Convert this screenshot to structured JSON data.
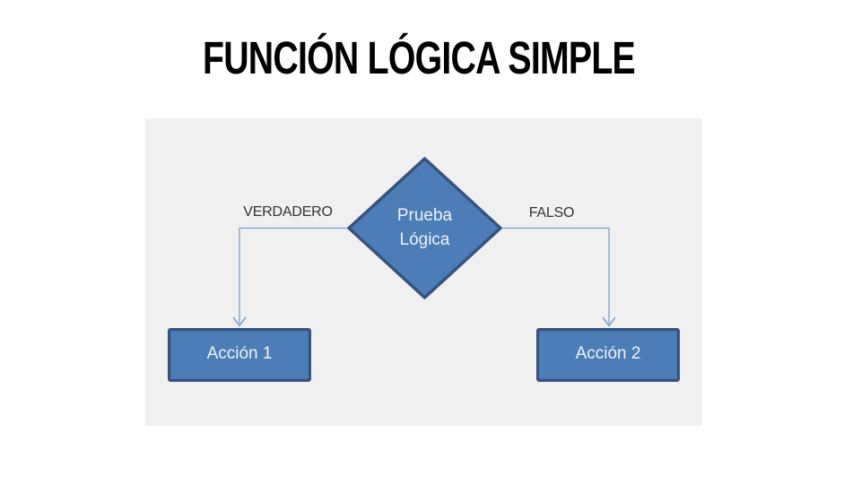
{
  "slide": {
    "title": "FUNCIÓN LÓGICA SIMPLE",
    "title_color": "#000000",
    "background": "#ffffff"
  },
  "flowchart": {
    "panel_background": "#f0f0f1",
    "node_fill": "#4d7db6",
    "node_border": "#35537e",
    "connector_color": "#7ca0c8",
    "decision": {
      "line1": "Prueba",
      "line2": "Lógica"
    },
    "true_branch_label": "VERDADERO",
    "false_branch_label": "FALSO",
    "actions": [
      {
        "label": "Acción 1"
      },
      {
        "label": "Acción 2"
      }
    ]
  }
}
